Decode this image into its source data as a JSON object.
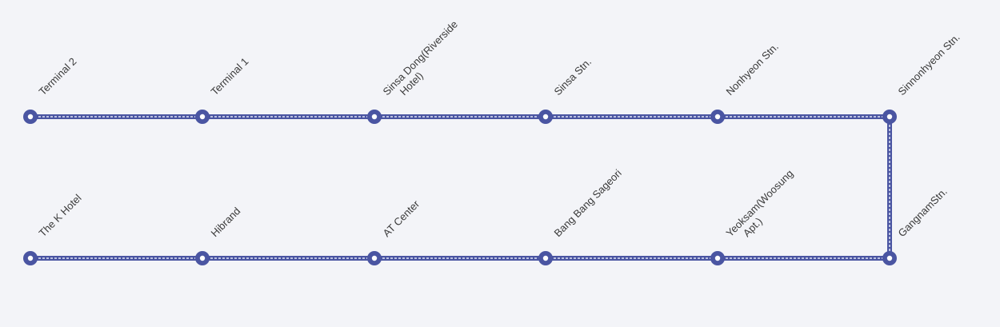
{
  "colors": {
    "background": "#f3f4f8",
    "route_line": "#4a55a2",
    "route_line_inner": "#b9bfe0",
    "stop_ring": "#4a55a2",
    "stop_center": "#ffffff",
    "label_text": "#3a3a3a"
  },
  "route": {
    "top_row": [
      {
        "name": "Terminal 2"
      },
      {
        "name": "Terminal 1"
      },
      {
        "name": "Sinsa Dong(Riverside Hotel)",
        "lines": [
          "Sinsa Dong(Riverside",
          "Hotel)"
        ]
      },
      {
        "name": "Sinsa Stn."
      },
      {
        "name": "Nonhyeon Stn."
      },
      {
        "name": "Sinnonhyeon Stn."
      }
    ],
    "bottom_row": [
      {
        "name": "The K Hotel"
      },
      {
        "name": "Hibrand"
      },
      {
        "name": "AT Center"
      },
      {
        "name": "Bang Bang Sageori"
      },
      {
        "name": "Yeoksam(Woosung Apt.)",
        "lines": [
          "Yeoksam(Woosung",
          "Apt.)"
        ]
      },
      {
        "name": "GangnamStn."
      }
    ]
  }
}
